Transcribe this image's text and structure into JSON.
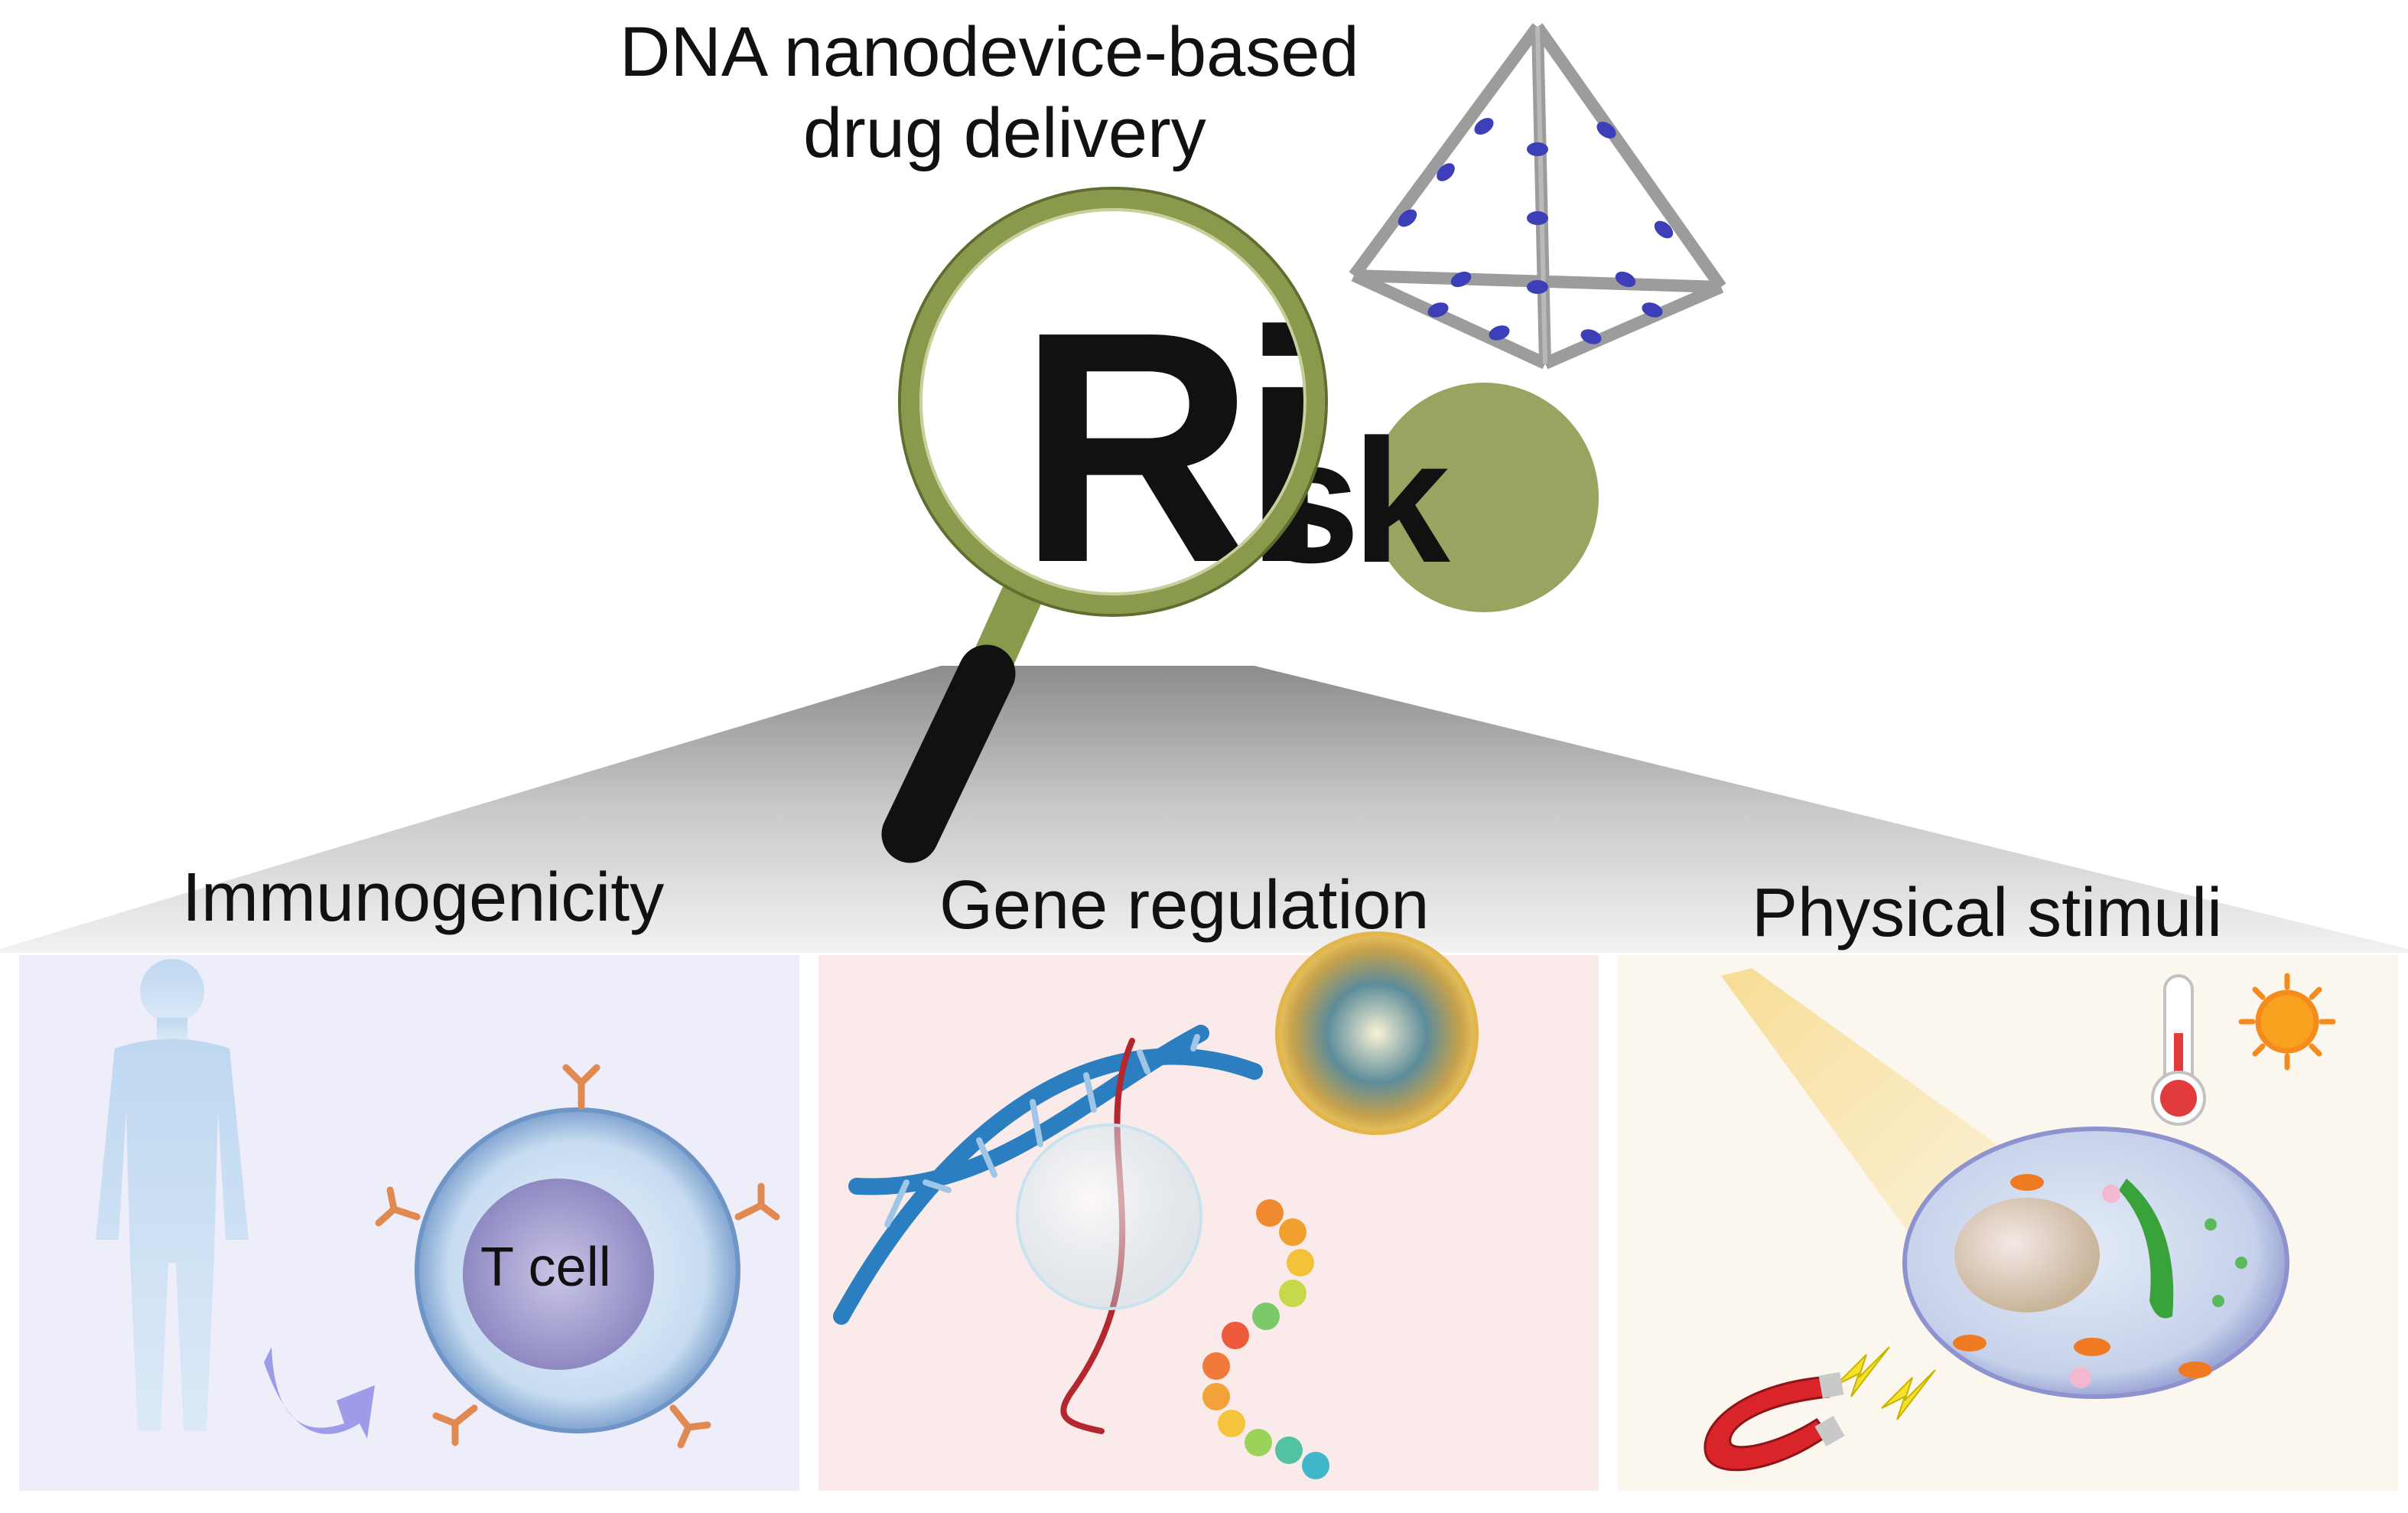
{
  "title": {
    "line1": "DNA nanodevice-based",
    "line2": "drug delivery"
  },
  "risk_word": {
    "magnified": "Ri",
    "rest": "sk"
  },
  "panels": [
    {
      "id": "immunogenicity",
      "label": "Immunogenicity",
      "cell_label": "T cell",
      "color": "#eeedfa"
    },
    {
      "id": "gene-regulation",
      "label": "Gene regulation",
      "color": "#fbeaea"
    },
    {
      "id": "physical-stimuli",
      "label": "Physical stimuli",
      "color": "#fbf7ee"
    }
  ],
  "colors": {
    "magnifier_ring": "#8a9a4c",
    "risk_circle": "#9aa460",
    "tetrahedron": "#9c9c9c",
    "drug_dots": "#3d3fb8"
  },
  "icons": [
    "magnifier-icon",
    "dna-tetrahedron-icon",
    "human-silhouette-icon",
    "t-cell-icon",
    "dna-helix-icon",
    "nucleus-icon",
    "peptide-chain-icon",
    "light-beam-icon",
    "thermometer-icon",
    "sun-icon",
    "magnet-icon",
    "lightning-icon",
    "cell-icon"
  ]
}
